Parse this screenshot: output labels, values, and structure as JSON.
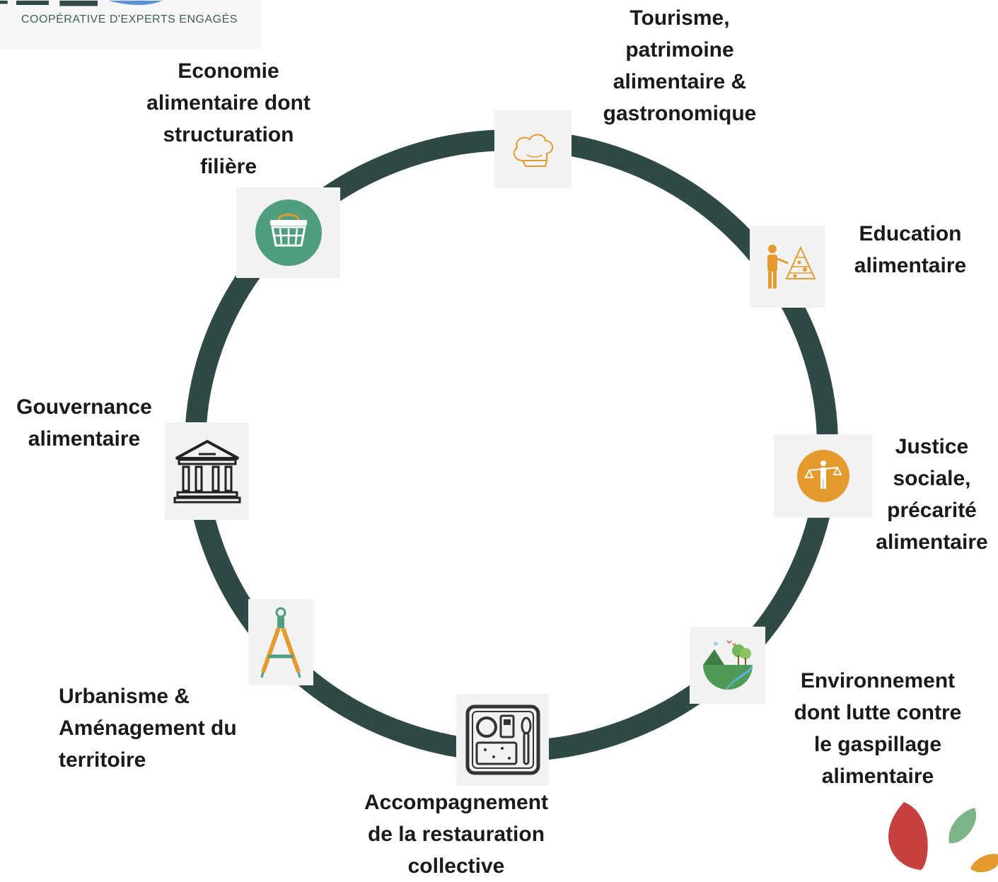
{
  "logo": {
    "tagline": "COOPÉRATIVE D'EXPERTS ENGAGÉS"
  },
  "colors": {
    "ring": "#2f4a44",
    "green": "#4e9e7f",
    "orange": "#e59a2e",
    "tile": "#f2f2f2"
  },
  "topics": [
    {
      "id": "tourisme",
      "label": "Tourisme,\npatrimoine\nalimentaire &\ngastronomique",
      "icon": "chef-hat-icon"
    },
    {
      "id": "education",
      "label": "Education\nalimentaire",
      "icon": "teacher-food-pyramid-icon"
    },
    {
      "id": "justice",
      "label": "Justice\nsociale,\nprécarité\nalimentaire",
      "icon": "justice-scales-icon"
    },
    {
      "id": "environnement",
      "label": "Environnement\ndont lutte contre\nle gaspillage\nalimentaire",
      "icon": "landscape-globe-icon"
    },
    {
      "id": "restauration",
      "label": "Accompagnement\nde la restauration\ncollective",
      "icon": "meal-tray-icon"
    },
    {
      "id": "urbanisme",
      "label": "Urbanisme  &\nAménagement du\nterritoire",
      "icon": "drawing-compass-icon"
    },
    {
      "id": "gouvernance",
      "label": "Gouvernance\nalimentaire",
      "icon": "government-building-icon"
    },
    {
      "id": "economie",
      "label": "Economie\nalimentaire dont\nstructuration\nfilière",
      "icon": "shopping-basket-icon"
    }
  ]
}
